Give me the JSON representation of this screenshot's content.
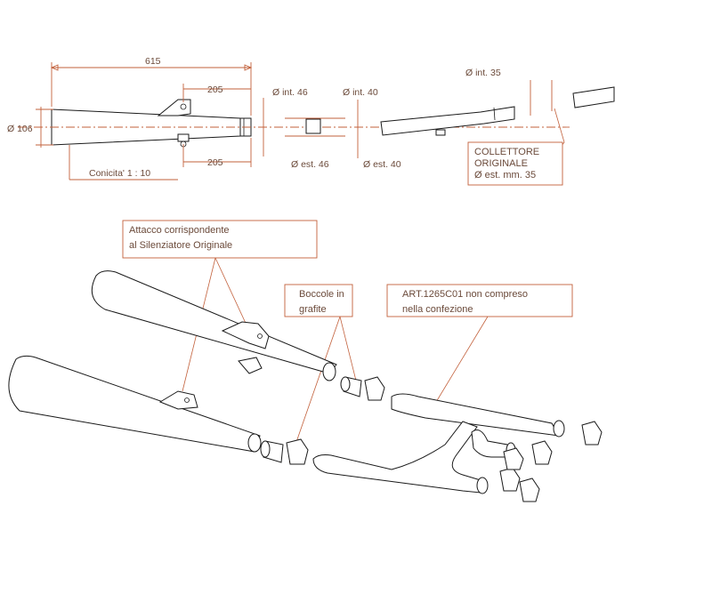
{
  "dimensions": {
    "length": "615",
    "bracket_top": "205",
    "bracket_bottom": "205",
    "diameter_big": "Ø 106",
    "taper": "Conicita' 1 : 10",
    "int46": "Ø int. 46",
    "est46": "Ø est. 46",
    "int40": "Ø int. 40",
    "est40": "Ø est. 40",
    "int35": "Ø int. 35"
  },
  "callouts": {
    "collettore": [
      "COLLETTORE",
      "ORIGINALE",
      "Ø est. mm. 35"
    ],
    "attacco": [
      "Attacco corrispondente",
      "al Silenziatore Originale"
    ],
    "boccole": [
      "Boccole in",
      "grafite"
    ],
    "art": [
      "ART.1265C01 non compreso",
      "nella confezione"
    ]
  },
  "colors": {
    "dimension": "#c2603b",
    "text": "#6b4a3a",
    "line": "#1a1a1a"
  }
}
